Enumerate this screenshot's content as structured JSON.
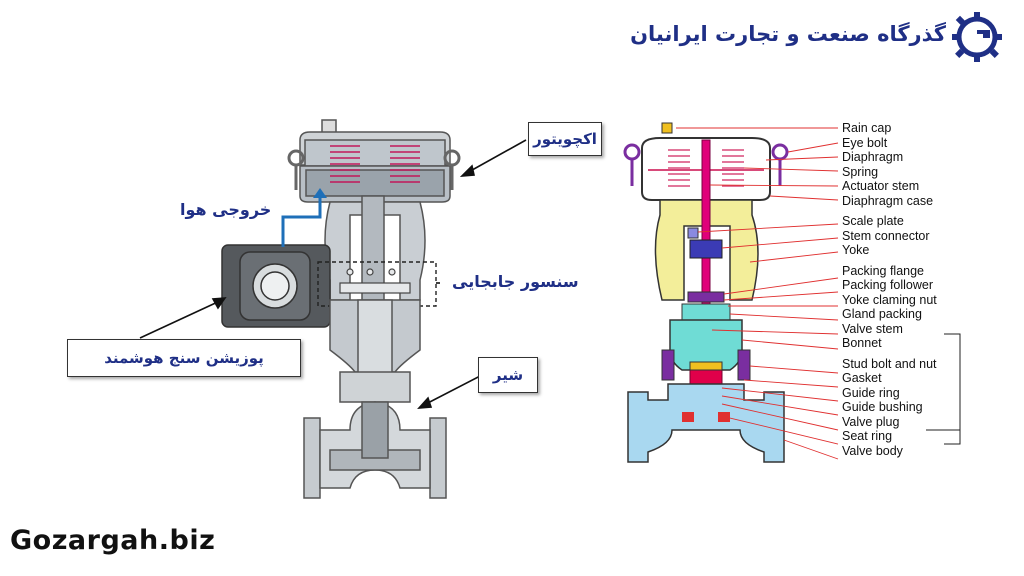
{
  "brand": {
    "title": "گذرگاه صنعت و تجارت ایرانیان",
    "logo_icon": "gear-g-logo-icon",
    "color": "#1f2f86"
  },
  "site": "Gozargah.biz",
  "left_diagram": {
    "labels": {
      "actuator": "اکچویتور",
      "air_output": "خروجی هوا",
      "position_sensor": "سنسور جابجایی",
      "smart_positioner": "پوزیشن سنج هوشمند",
      "valve": "شیر"
    },
    "arrow_color": "#1e6fb8"
  },
  "right_diagram": {
    "parts": [
      "Rain cap",
      "Eye bolt",
      "Diaphragm",
      "Spring",
      "Actuator stem",
      "Diaphragm case",
      "Scale plate",
      "Stem connector",
      "Yoke",
      "Packing flange",
      "Packing follower",
      "Yoke claming nut",
      "Gland packing",
      "Valve stem",
      "Bonnet",
      "Stud bolt and nut",
      "Gasket",
      "Guide ring",
      "Guide bushing",
      "Valve plug",
      "Seat ring",
      "Valve body"
    ],
    "colors": {
      "yoke": "#f3ee9a",
      "bonnet": "#6fdcd5",
      "body": "#a9d8f0",
      "stem": "#e0007a",
      "spring": "#d84a7a",
      "leader": "#e03030"
    }
  }
}
